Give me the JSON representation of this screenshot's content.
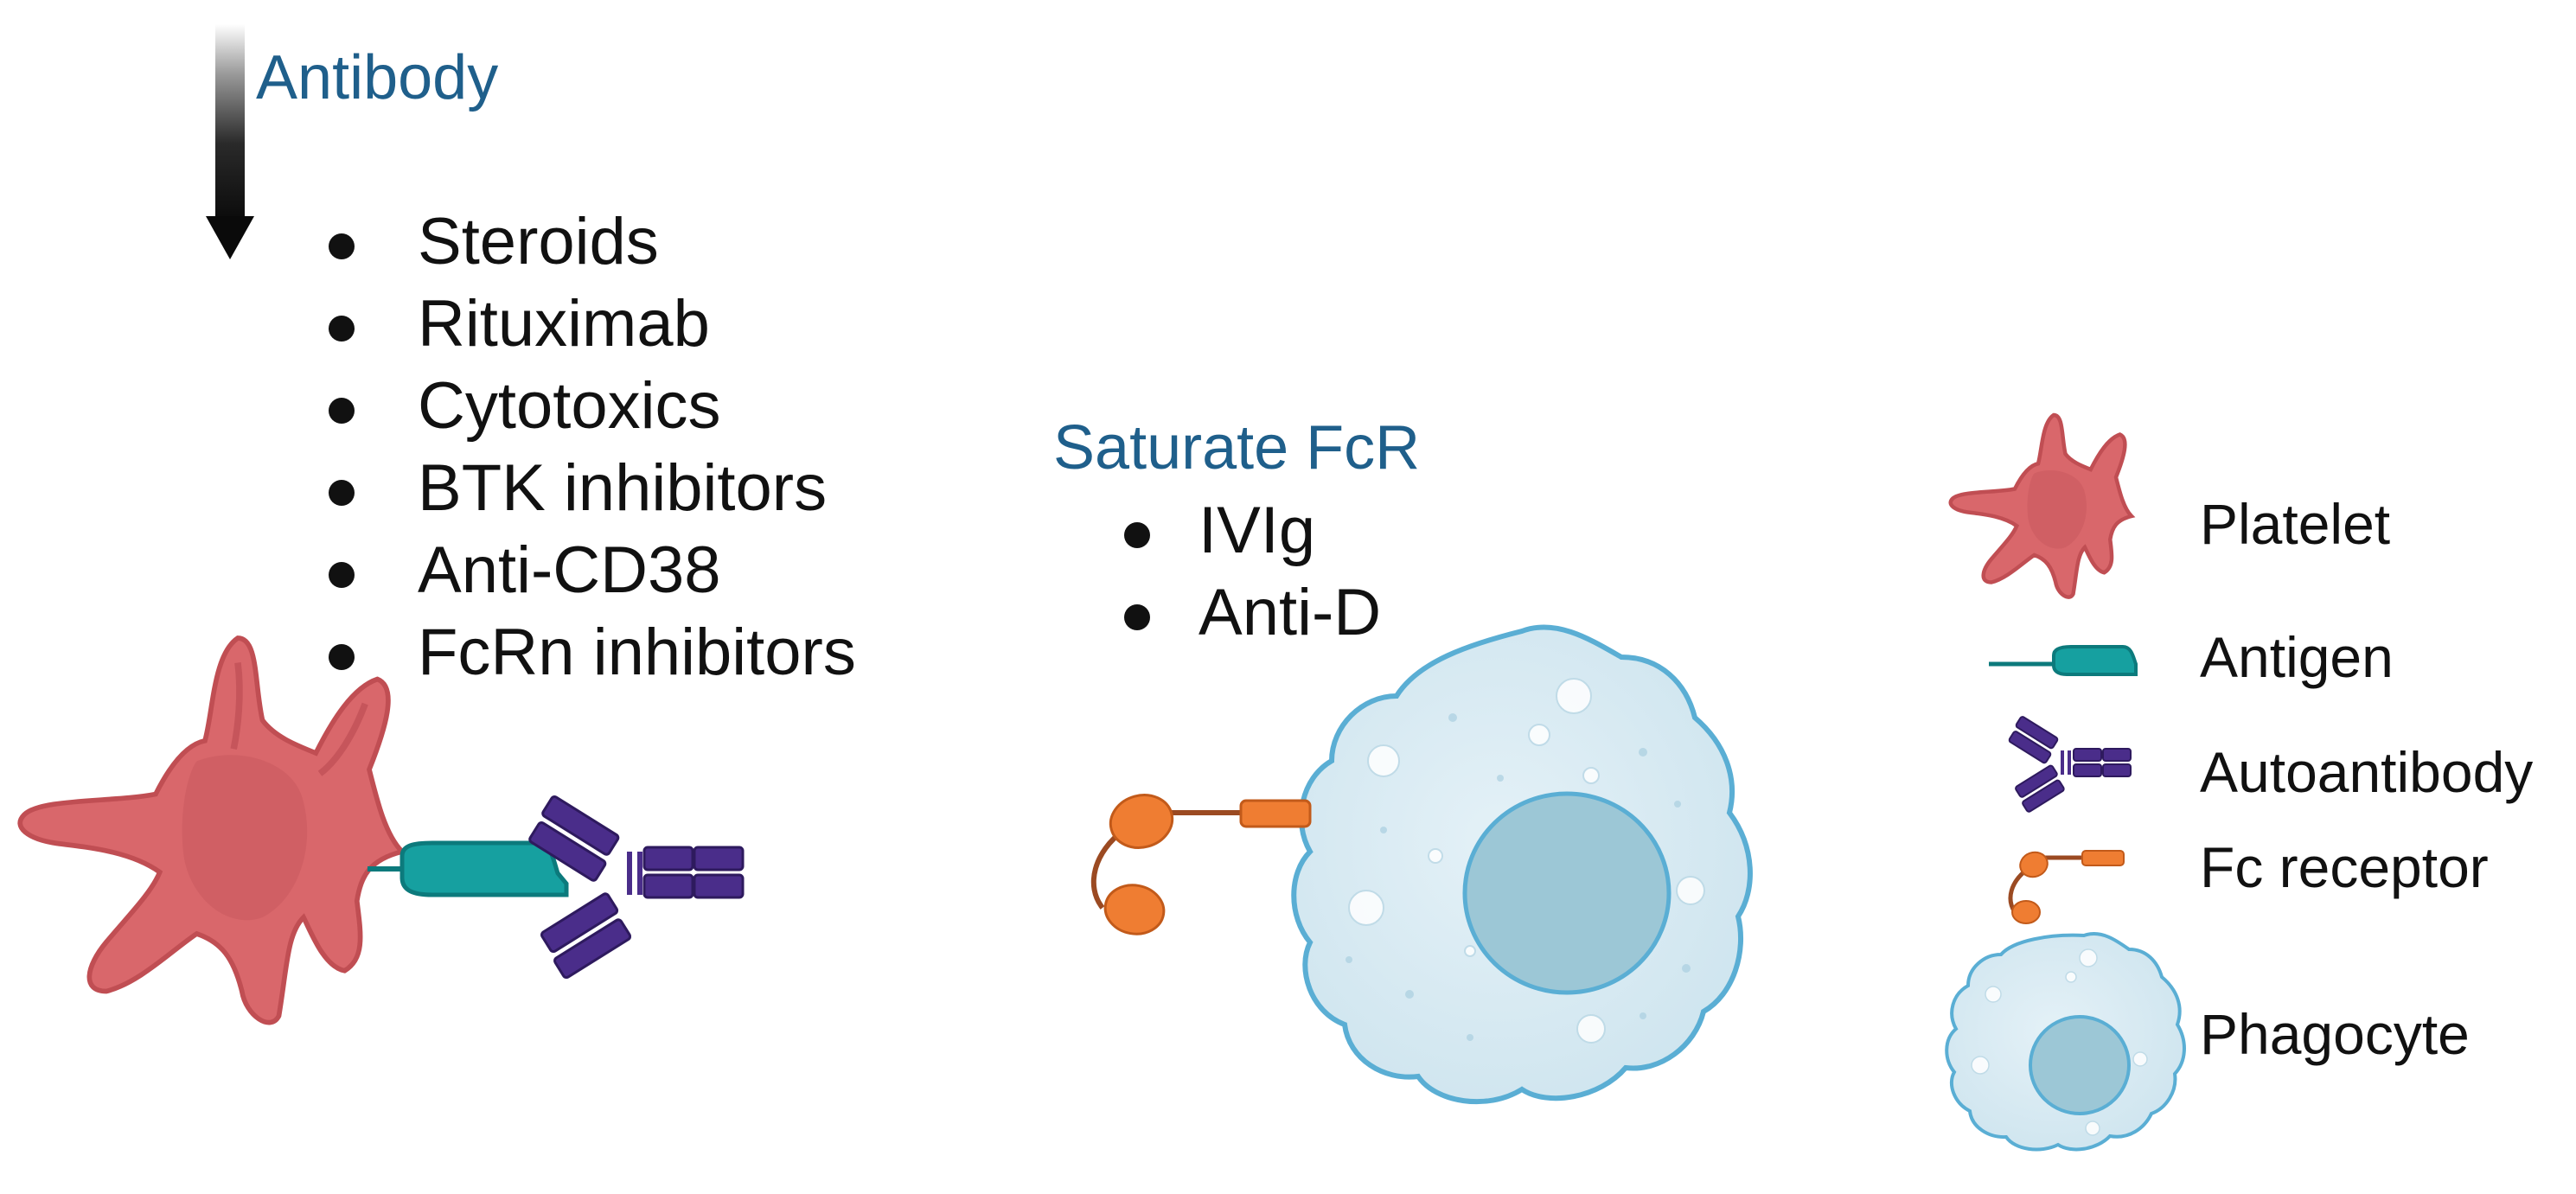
{
  "colors": {
    "heading": "#1f5f8b",
    "text": "#111111",
    "platelet": "#d9676b",
    "platelet_dark": "#c04e53",
    "antigen": "#16a0a0",
    "antigen_dark": "#0c7a7c",
    "autoantibody": "#4a2d8a",
    "fc_receptor": "#ef7d32",
    "fc_stem": "#9b4a22",
    "phagocyte": "#d6e9f1",
    "phagocyte_edge": "#5aaed4",
    "nucleus": "#9cc7d6"
  },
  "antibody_section": {
    "heading": "Antibody",
    "items": [
      "Steroids",
      "Rituximab",
      "Cytotoxics",
      "BTK inhibitors",
      "Anti-CD38",
      "FcRn inhibitors"
    ]
  },
  "fcr_section": {
    "heading": "Saturate FcR",
    "items": [
      "IVIg",
      "Anti-D"
    ]
  },
  "legend": {
    "items": [
      {
        "label": "Platelet",
        "icon": "platelet-icon"
      },
      {
        "label": "Antigen",
        "icon": "antigen-icon"
      },
      {
        "label": "Autoantibody",
        "icon": "autoantibody-icon"
      },
      {
        "label": "Fc receptor",
        "icon": "fc-receptor-icon"
      },
      {
        "label": "Phagocyte",
        "icon": "phagocyte-icon"
      }
    ]
  }
}
